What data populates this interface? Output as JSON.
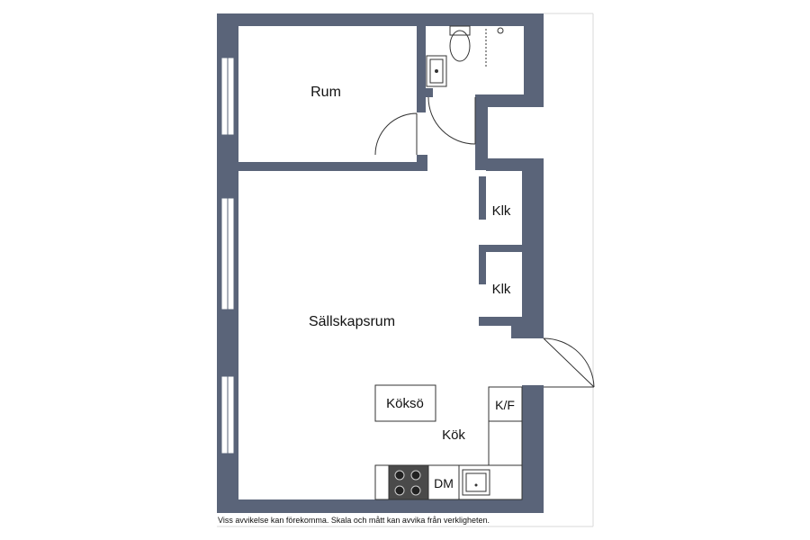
{
  "colors": {
    "wall": "#5a6479",
    "window": "#cfd6e0",
    "fixture_stroke": "#333333",
    "background": "#ffffff"
  },
  "rooms": {
    "rum": "Rum",
    "sallskapsrum": "Sällskapsrum",
    "klk_upper": "Klk",
    "klk_lower": "Klk",
    "kok": "Kök",
    "koksö": "Köksö",
    "kf": "K/F",
    "dm": "DM"
  },
  "footnote": "Viss avvikelse kan förekomma. Skala och mått kan avvika från verkligheten."
}
